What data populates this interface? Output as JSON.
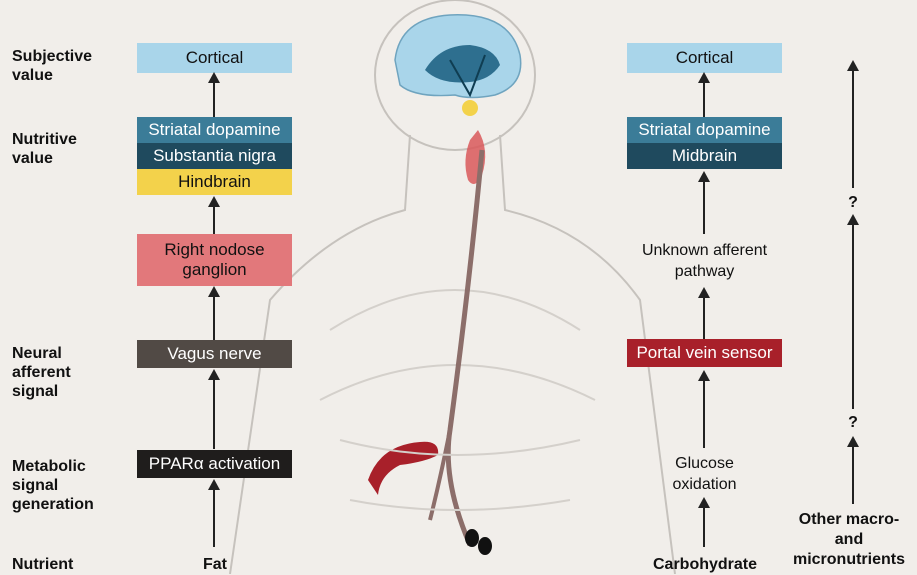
{
  "row_labels": {
    "subjective_value": "Subjective value",
    "nutritive_value": "Nutritive value",
    "neural_afferent_signal": "Neural afferent signal",
    "metabolic_signal_generation": "Metabolic signal generation",
    "nutrient": "Nutrient"
  },
  "fat_pathway": {
    "cortical": "Cortical",
    "striatal_dopamine": "Striatal dopamine",
    "substantia_nigra": "Substantia nigra",
    "hindbrain": "Hindbrain",
    "right_nodose_ganglion": "Right nodose ganglion",
    "vagus_nerve": "Vagus nerve",
    "ppar_activation": "PPARα activation",
    "nutrient": "Fat"
  },
  "carbohydrate_pathway": {
    "cortical": "Cortical",
    "striatal_dopamine": "Striatal dopamine",
    "midbrain": "Midbrain",
    "unknown_afferent_pathway": "Unknown afferent pathway",
    "portal_vein_sensor": "Portal vein sensor",
    "glucose_oxidation": "Glucose oxidation",
    "nutrient": "Carbohydrate"
  },
  "other_pathway": {
    "unknown_marker": "?",
    "nutrient": "Other macro- and micronutrients"
  },
  "colors": {
    "cortical": "#a9d5ea",
    "striatal_dopamine": "#3b7c98",
    "substantia_nigra": "#1f4a5e",
    "hindbrain": "#f3d24b",
    "right_nodose_ganglion": "#e2787b",
    "vagus_nerve": "#514a45",
    "ppar_activation": "#1f1d1c",
    "portal_vein_sensor": "#a8202a",
    "dark_text": "#111111",
    "light_text": "#ffffff"
  }
}
